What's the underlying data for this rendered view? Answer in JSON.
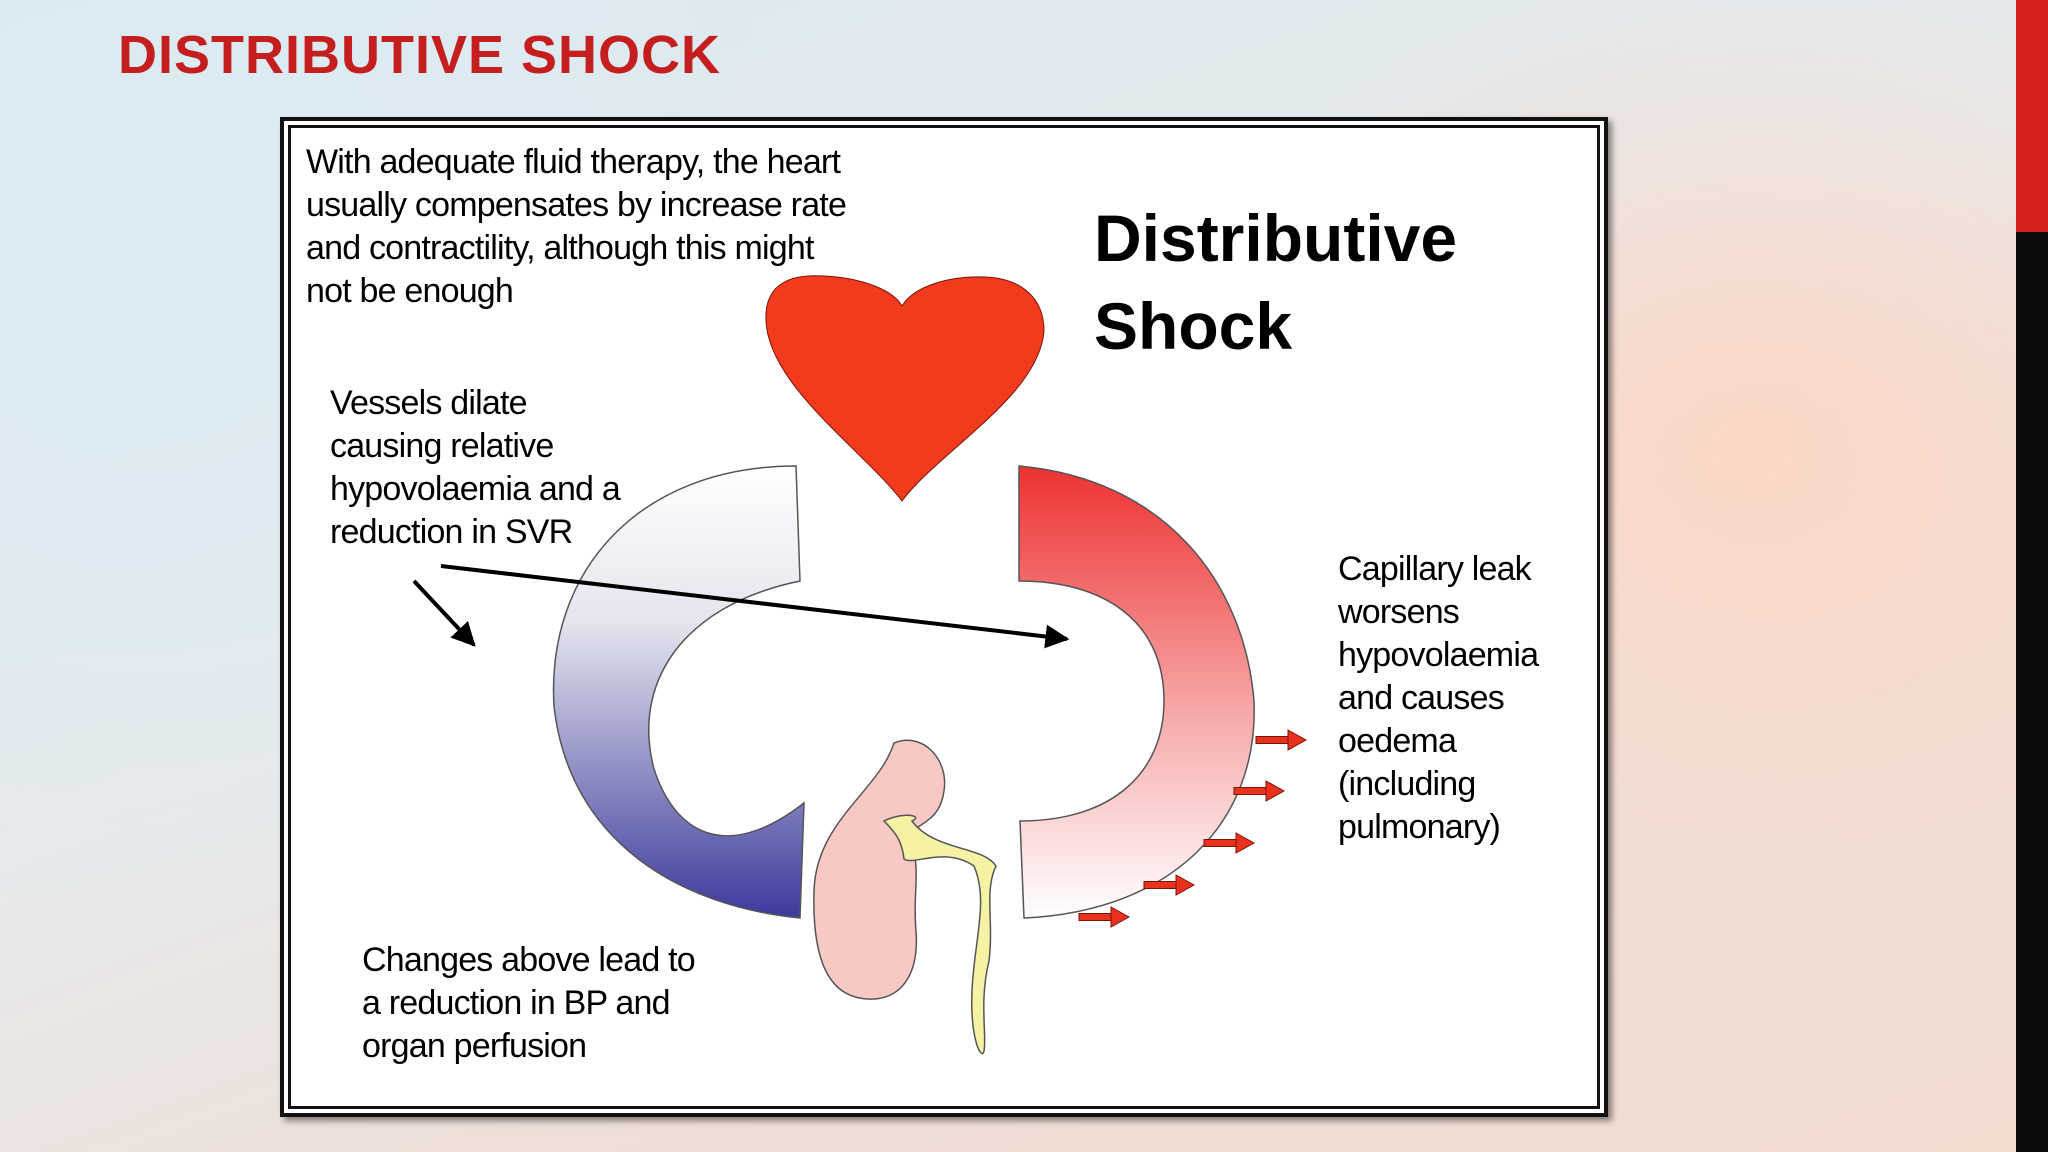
{
  "slide": {
    "title": "DISTRIBUTIVE SHOCK",
    "title_color": "#c41e1e",
    "accent_colors": {
      "top": "#d71f1f",
      "bottom": "#0a0a0a"
    }
  },
  "diagram": {
    "heading_lines": [
      "Distributive",
      "Shock"
    ],
    "heart_note_lines": [
      "With adequate fluid therapy, the heart",
      "usually compensates by increase rate",
      "and contractility, although this might",
      "not be enough"
    ],
    "vessels_note_lines": [
      "Vessels dilate",
      "causing relative",
      "hypovolaemia and a",
      "reduction in SVR"
    ],
    "capillary_note_lines": [
      "Capillary leak",
      "worsens",
      "hypovolaemia",
      "and causes",
      "oedema",
      "(including",
      "pulmonary)"
    ],
    "outcome_note_lines": [
      "Changes above lead to",
      "a reduction in BP and",
      "organ perfusion"
    ],
    "colors": {
      "heart": "#f23a1c",
      "venous_dark": "#3b3a9c",
      "arterial": "#ee3131",
      "kidney": "#f8c8c4",
      "ureter": "#f6f2a4",
      "leak_arrow": "#e8321e"
    },
    "icons": [
      "heart-icon",
      "kidney-icon",
      "leak-arrow-icon"
    ]
  }
}
